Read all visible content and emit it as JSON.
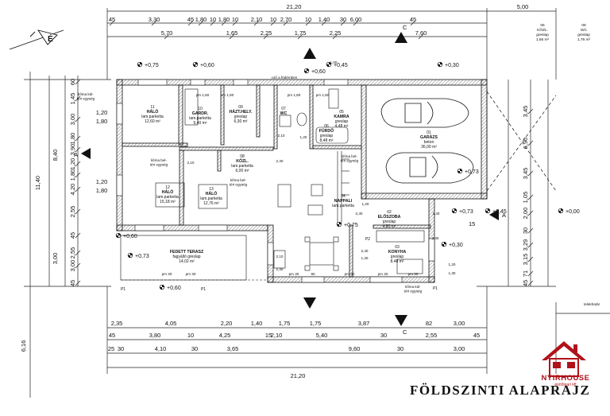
{
  "title": "FÖLDSZINTI ALAPRAJZ",
  "brand": {
    "name": "NYIRHOUSE",
    "sub": "építőipari kft",
    "color": "#b0121a"
  },
  "north_mark": "É",
  "street_label": "telekhatár",
  "dims": {
    "top_total": "21,20",
    "right_top": "5,00",
    "row1": [
      "45",
      "3,30",
      "45",
      "1,80",
      "10",
      "1,80",
      "10",
      "2,10",
      "10",
      "2,70",
      "10",
      "1,40",
      "30",
      "6,00",
      "45"
    ],
    "row2": [
      "5,70",
      "1,65",
      "2,25",
      "1,75",
      "2,25",
      "7,60"
    ],
    "bottom1": [
      "2,35",
      "4,05",
      "2,20",
      "1,40",
      "1,75",
      "1,75",
      "3,87",
      "82",
      "3,00"
    ],
    "bottom2": [
      "45",
      "3,80",
      "10",
      "4,25",
      "15",
      "2,10",
      "5,40",
      "30",
      "2,55",
      "45"
    ],
    "bottom3": [
      "25",
      "30",
      "4,10",
      "30",
      "3,65",
      "9,60",
      "30",
      "3,00"
    ],
    "bottom_total": "21,20",
    "left_total": "11,40",
    "left_outer": "6,16",
    "left_mid": [
      "8,40",
      "3,00"
    ],
    "left_inner": [
      "60",
      "1,45",
      "3,00",
      "1,80",
      "3,90",
      "1,20",
      "1,80",
      "4,20",
      "2,55",
      "45",
      "2,55",
      "3,00",
      "45"
    ],
    "right": [
      "3,45",
      "6,90",
      "3,45",
      "1,05",
      "2,00",
      "30",
      "3,29",
      "3,15",
      "71",
      "45"
    ],
    "window": [
      "1,20",
      "1,80",
      "1,20",
      "1,80"
    ]
  },
  "levels": [
    "+0,75",
    "+0,60",
    "+0,60",
    "+0,45",
    "+0,30",
    "+0,60",
    "+0,73",
    "+0,75",
    "+0,30",
    "+0,45",
    "+0,73",
    "+0,00",
    "+0,60",
    "+0,73"
  ],
  "level_num": "15",
  "section_a": "A",
  "section_c": "C",
  "tags": {
    "pm": [
      "pm 1,80",
      "pm 1,80",
      "pm 1,80",
      "pm 1,80",
      "pm 30",
      "pm 30",
      "pm 30",
      "pm 30",
      "pm 30",
      "pm 30"
    ],
    "klima": "klíma kül-\ntéri egység",
    "klima_bel": "klíma bel-\ntéri egység",
    "csebor": "cső a födémben",
    "values": [
      "2,10",
      "2,40",
      "2,10",
      "1,20",
      "1,20",
      "2,40",
      "2,40",
      "1,30",
      "2,40",
      "1,20",
      "1,30",
      "90",
      "2,10",
      "2,40",
      "2,40",
      "1,00"
    ],
    "p_marks": [
      "P1",
      "P1",
      "P2",
      "P1"
    ]
  },
  "rooms": [
    {
      "num": "11",
      "name": "HÁLÓ",
      "floor": "lam.parketta",
      "area": "12,60 m²"
    },
    {
      "num": "10",
      "name": "GARDR.",
      "floor": "lam.parketta",
      "area": "5,40 m²"
    },
    {
      "num": "09",
      "name": "HÁZT.HELY.",
      "floor": "greslap",
      "area": "6,30 m²"
    },
    {
      "num": "07",
      "name": "WC",
      "floor": "",
      "area": ""
    },
    {
      "num": "06",
      "name": "FÜRDŐ",
      "floor": "greslap",
      "area": "8,48 m²"
    },
    {
      "num": "05",
      "name": "KAMRA",
      "floor": "greslap",
      "area": "4,48 m²"
    },
    {
      "num": "01",
      "name": "GARÁZS",
      "floor": "beton",
      "area": "36,00 m²"
    },
    {
      "num": "12",
      "name": "HÁLÓ",
      "floor": "lam.parketta",
      "area": "15,18 m²"
    },
    {
      "num": "13",
      "name": "HÁLÓ",
      "floor": "lam.parketta",
      "area": "12,76 m²"
    },
    {
      "num": "08",
      "name": "KÖZL.",
      "floor": "lam.parketta",
      "area": "6,00 m²"
    },
    {
      "num": "04",
      "name": "NAPPALI",
      "floor": "lam.parketta",
      "area": ""
    },
    {
      "num": "02",
      "name": "ELŐSZOBA",
      "floor": "greslap",
      "area": "4,80 m²"
    },
    {
      "num": "03",
      "name": "KONYHA",
      "floor": "greslap",
      "area": "8,48 m²"
    },
    {
      "num": "",
      "name": "FEDETT TERASZ",
      "floor": "fagyálló greslap",
      "area": "14,02 m²"
    }
  ],
  "legend": [
    {
      "num": "06",
      "name": "KÖZL.",
      "floor": "greslap",
      "area": "1,65 m²"
    },
    {
      "num": "08",
      "name": "WC",
      "floor": "greslap",
      "area": "1,76 m²"
    }
  ]
}
